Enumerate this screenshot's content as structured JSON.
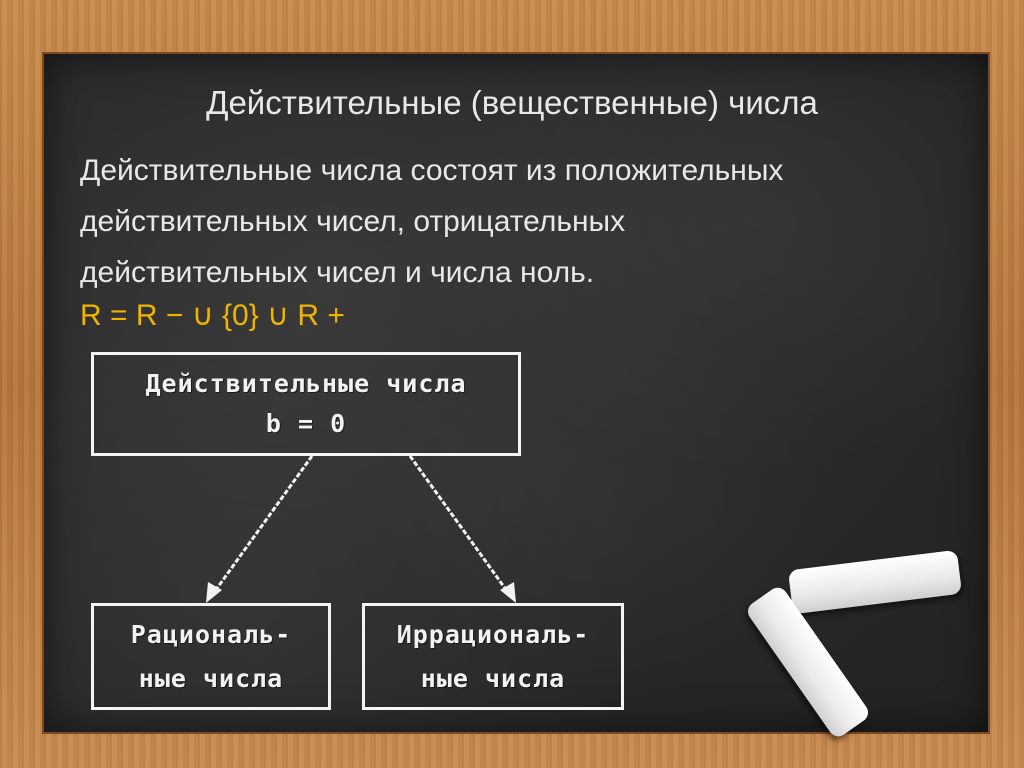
{
  "slide": {
    "title": "Действительные (вещественные) числа",
    "body_lines": [
      "Действительные числа состоят из положительных",
      "действительных чисел, отрицательных",
      "действительных чисел и числа ноль."
    ],
    "formula": "R = R − ∪ {0} ∪ R +",
    "colors": {
      "formula": "#f0b400",
      "text": "#e8e8e8",
      "board": "#2b2b2b",
      "frame": "#c08449"
    }
  },
  "diagram": {
    "top_box": {
      "line1": "Действительные числа",
      "line2": "b = 0"
    },
    "left_box": {
      "line1": "Рациональ-",
      "line2": "ные числа"
    },
    "right_box": {
      "line1": "Иррациональ-",
      "line2": "ные числа"
    }
  }
}
